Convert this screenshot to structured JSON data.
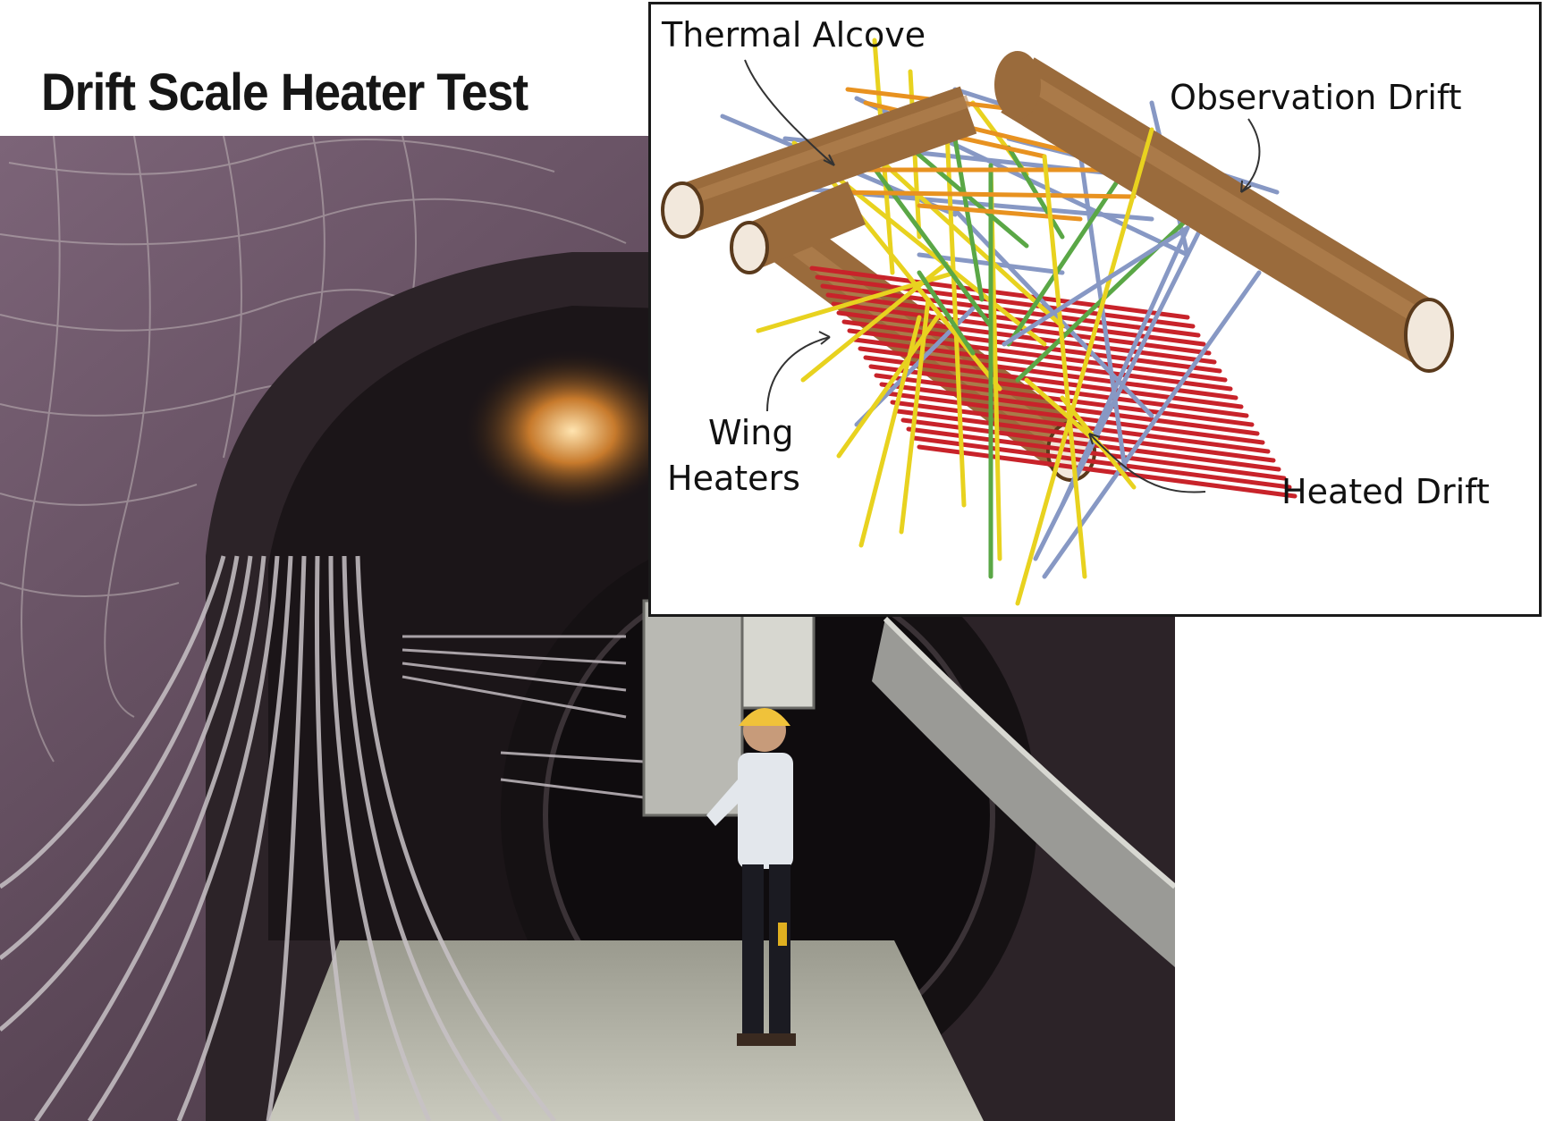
{
  "title": "Drift Scale Heater Test",
  "labels": {
    "thermal_alcove": "Thermal Alcove",
    "observation_drift": "Observation Drift",
    "wing_heaters_line1": "Wing",
    "wing_heaters_line2": "Heaters",
    "heated_drift": "Heated Drift"
  },
  "colors": {
    "drift": "#9a6b3c",
    "wing_heater": "#c8232a",
    "borehole_blue": "#8798c4",
    "borehole_yellow": "#e8d21f",
    "borehole_green": "#5aa746",
    "borehole_orange": "#e89220"
  }
}
